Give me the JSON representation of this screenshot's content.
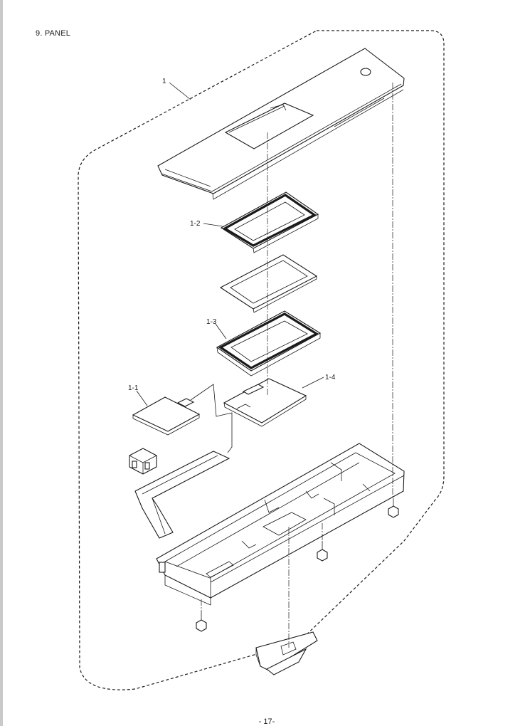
{
  "header": {
    "section_title": "9. PANEL"
  },
  "callouts": {
    "assembly": "1",
    "frame": "1-2",
    "lcd": "1-3",
    "sheet": "1-1",
    "pcb": "1-4"
  },
  "footer": {
    "page_number": "- 17-"
  }
}
